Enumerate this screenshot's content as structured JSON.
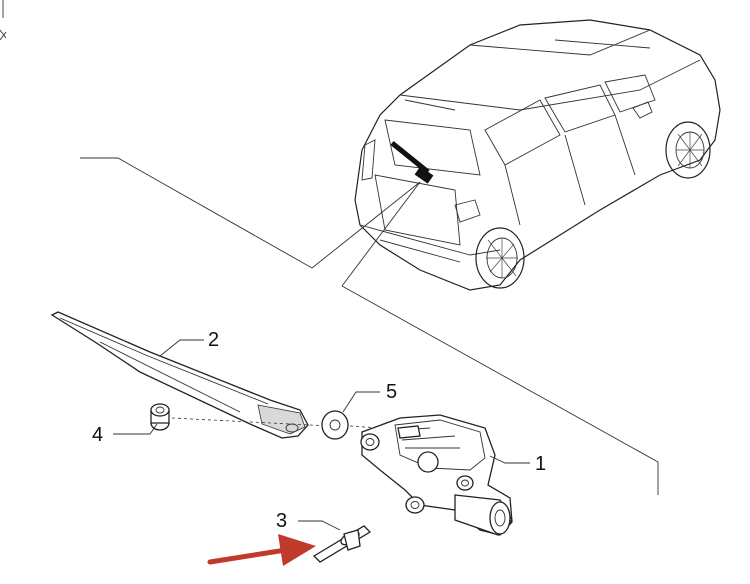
{
  "callouts": {
    "part1": "1",
    "part2": "2",
    "part3": "3",
    "part4": "4",
    "part5": "5"
  },
  "colors": {
    "line": "#222222",
    "highlight_arrow": "#c0392b",
    "background": "#ffffff"
  },
  "highlighted_part": "3"
}
